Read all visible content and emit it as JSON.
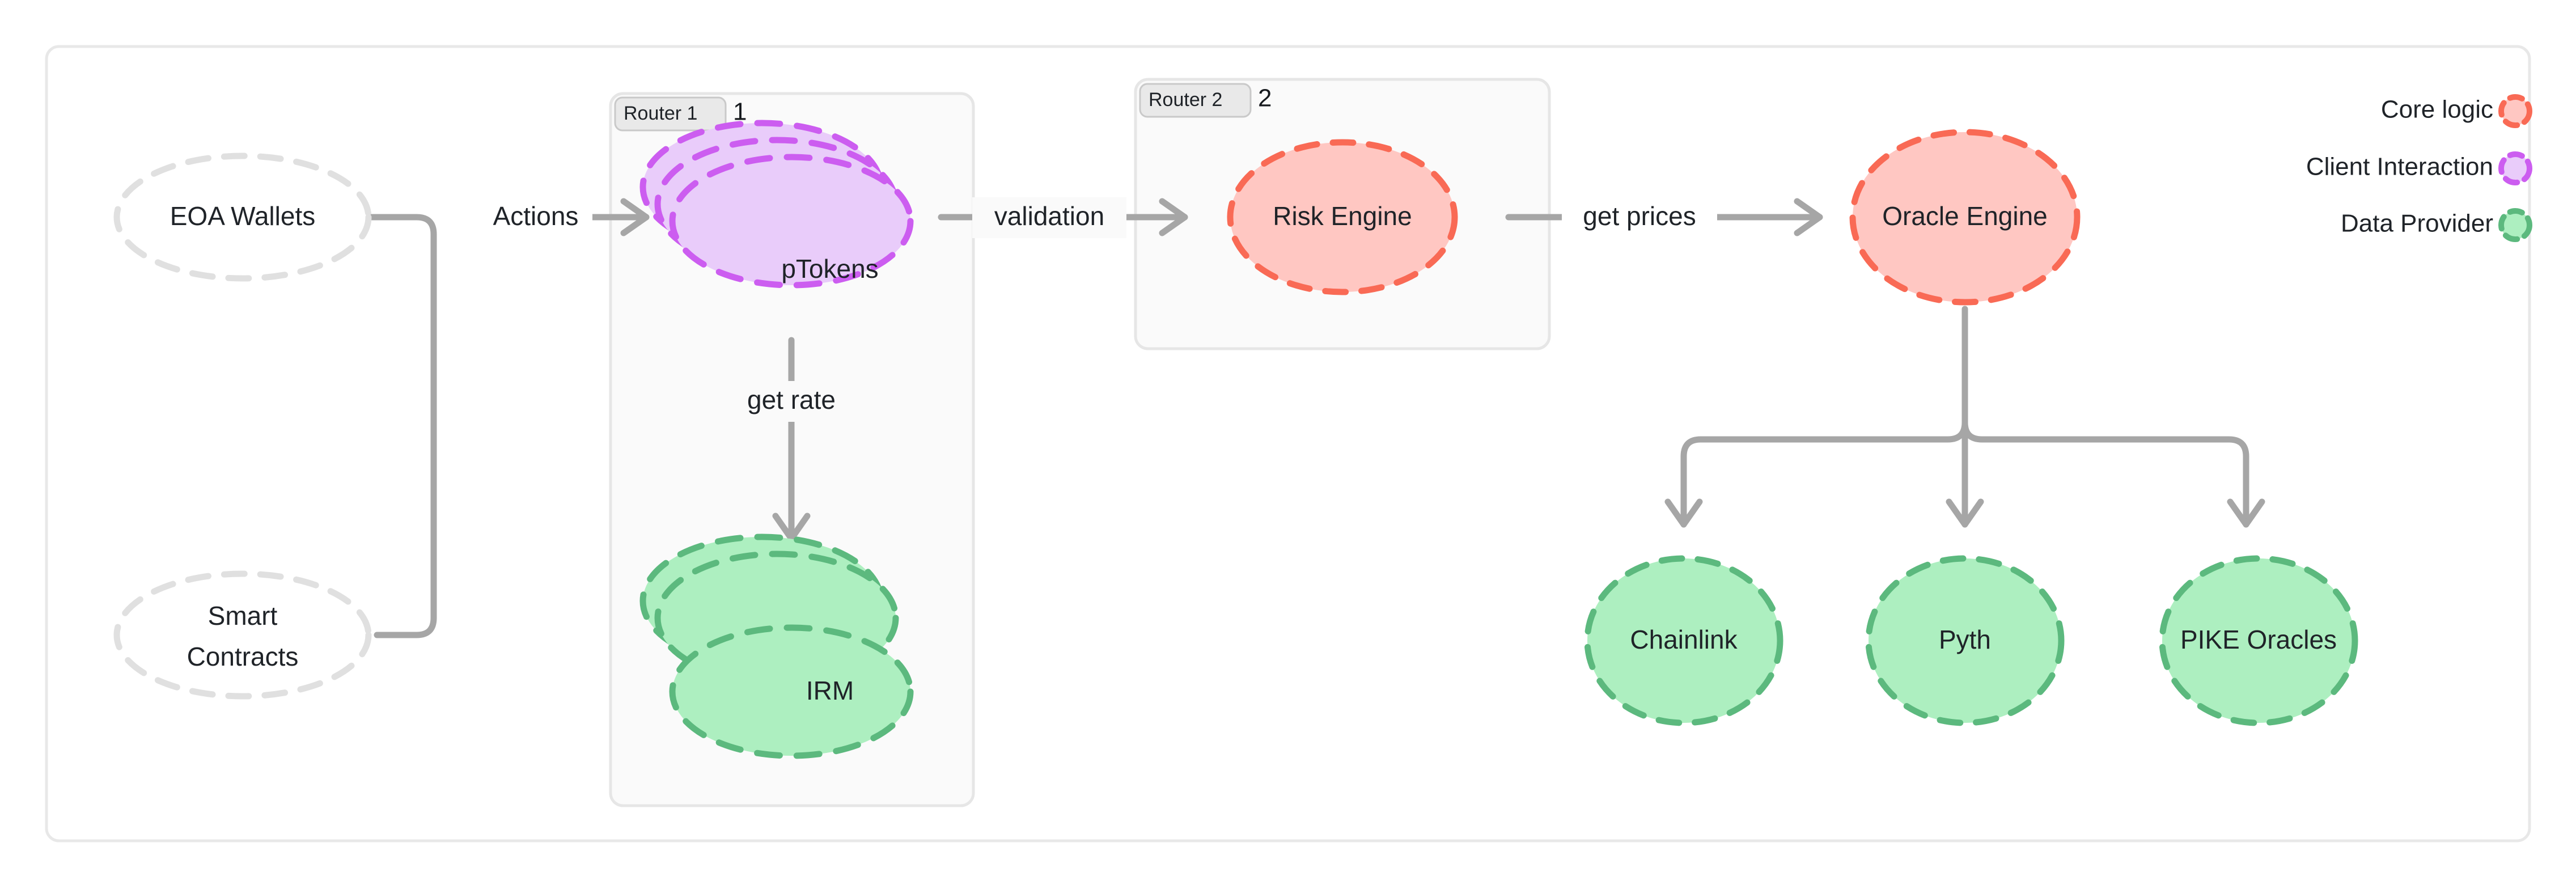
{
  "frame": {
    "border_color": "#E8E8E8",
    "background": "#FFFFFF"
  },
  "palette": {
    "core_logic_fill": "#FFC7C2",
    "core_logic_stroke": "#F96A55",
    "client_interaction_fill": "#E9CCFA",
    "client_interaction_stroke": "#CC5DF0",
    "data_provider_fill": "#ADEFC0",
    "data_provider_stroke": "#5CB97E",
    "neutral_fill": "#FFFFFF",
    "neutral_stroke": "#E0E0E0",
    "edge_color": "#A6A6A6",
    "cluster_fill": "#FAFAFA",
    "cluster_stroke": "#E6E6E6",
    "badge_fill": "#E9E9E9",
    "badge_stroke": "#C9C9C9",
    "text_color": "#1F2328"
  },
  "clusters": [
    {
      "id": "router1",
      "badge_label": "Router 1",
      "index_label": "1"
    },
    {
      "id": "router2",
      "badge_label": "Router 2",
      "index_label": "2"
    }
  ],
  "nodes": [
    {
      "id": "eoa-wallets",
      "label": "EOA Wallets",
      "shape": "ellipse",
      "category": "neutral"
    },
    {
      "id": "smart-contracts",
      "label_line1": "Smart",
      "label_line2": "Contracts",
      "shape": "ellipse",
      "category": "neutral"
    },
    {
      "id": "ptokens",
      "label": "pTokens",
      "shape": "stacked-ellipse",
      "category": "client_interaction"
    },
    {
      "id": "irm",
      "label": "IRM",
      "shape": "stacked-ellipse",
      "category": "data_provider"
    },
    {
      "id": "risk-engine",
      "label": "Risk Engine",
      "shape": "ellipse",
      "category": "core_logic"
    },
    {
      "id": "oracle-engine",
      "label": "Oracle Engine",
      "shape": "ellipse",
      "category": "core_logic"
    },
    {
      "id": "chainlink",
      "label": "Chainlink",
      "shape": "ellipse",
      "category": "data_provider"
    },
    {
      "id": "pyth",
      "label": "Pyth",
      "shape": "ellipse",
      "category": "data_provider"
    },
    {
      "id": "pike-oracles",
      "label": "PIKE Oracles",
      "shape": "ellipse",
      "category": "data_provider"
    }
  ],
  "edges": [
    {
      "id": "eoa-to-ptokens",
      "from": "eoa-wallets",
      "to": "ptokens",
      "label": "Actions"
    },
    {
      "id": "contracts-to-ptokens",
      "from": "smart-contracts",
      "to": "ptokens",
      "label": "Actions"
    },
    {
      "id": "ptokens-to-risk",
      "from": "ptokens",
      "to": "risk-engine",
      "label": "validation"
    },
    {
      "id": "ptokens-to-irm",
      "from": "ptokens",
      "to": "irm",
      "label": "get rate"
    },
    {
      "id": "risk-to-oracle",
      "from": "risk-engine",
      "to": "oracle-engine",
      "label": "get prices"
    },
    {
      "id": "oracle-to-chainlink",
      "from": "oracle-engine",
      "to": "chainlink",
      "label": ""
    },
    {
      "id": "oracle-to-pyth",
      "from": "oracle-engine",
      "to": "pyth",
      "label": ""
    },
    {
      "id": "oracle-to-pike",
      "from": "oracle-engine",
      "to": "pike-oracles",
      "label": ""
    }
  ],
  "legend": {
    "items": [
      {
        "id": "core-logic",
        "label": "Core logic",
        "fill": "#FFC7C2",
        "stroke": "#F96A55"
      },
      {
        "id": "client-interaction",
        "label": "Client Interaction",
        "fill": "#E9CCFA",
        "stroke": "#CC5DF0"
      },
      {
        "id": "data-provider",
        "label": "Data Provider",
        "fill": "#ADEFC0",
        "stroke": "#5CB97E"
      }
    ]
  }
}
